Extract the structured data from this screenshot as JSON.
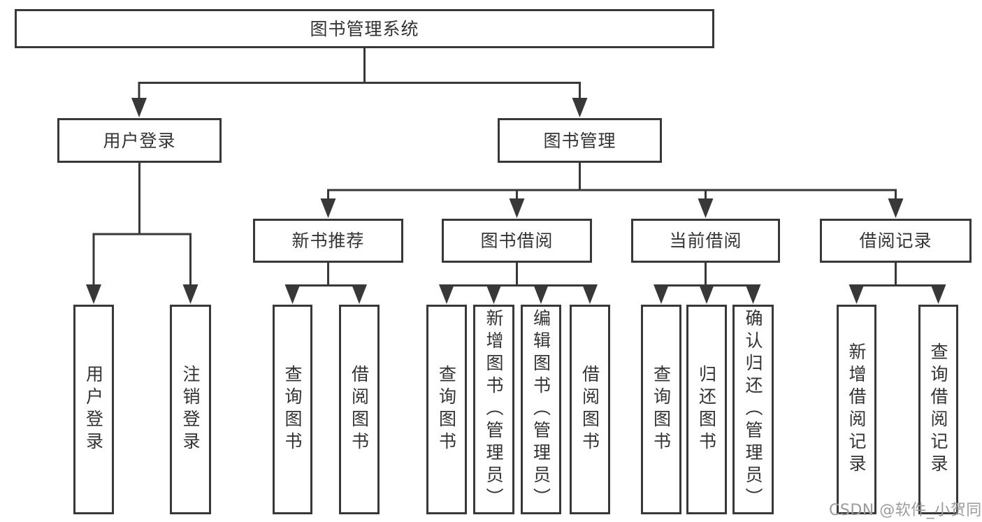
{
  "page": {
    "background": "#ffffff"
  },
  "colors": {
    "line": "#383838",
    "box_border": "#383838",
    "text": "#333333",
    "watermark": "#9b9b9b"
  },
  "watermark": {
    "text": "CSDN @软件_小贺同学"
  },
  "tree": {
    "label": "图书管理系统",
    "children": [
      {
        "label": "用户登录",
        "children": [
          {
            "label": "用户登录"
          },
          {
            "label": "注销登录"
          }
        ]
      },
      {
        "label": "图书管理",
        "children": [
          {
            "label": "新书推荐",
            "children": [
              {
                "label": "查询图书"
              },
              {
                "label": "借阅图书"
              }
            ]
          },
          {
            "label": "图书借阅",
            "children": [
              {
                "label": "查询图书"
              },
              {
                "label": "新增图书（管理员）"
              },
              {
                "label": "编辑图书（管理员）"
              },
              {
                "label": "借阅图书"
              }
            ]
          },
          {
            "label": "当前借阅",
            "children": [
              {
                "label": "查询图书"
              },
              {
                "label": "归还图书"
              },
              {
                "label": "确认归还（管理员）"
              }
            ]
          },
          {
            "label": "借阅记录",
            "children": [
              {
                "label": "新增借阅记录"
              },
              {
                "label": "查询借阅记录"
              }
            ]
          }
        ]
      }
    ]
  }
}
